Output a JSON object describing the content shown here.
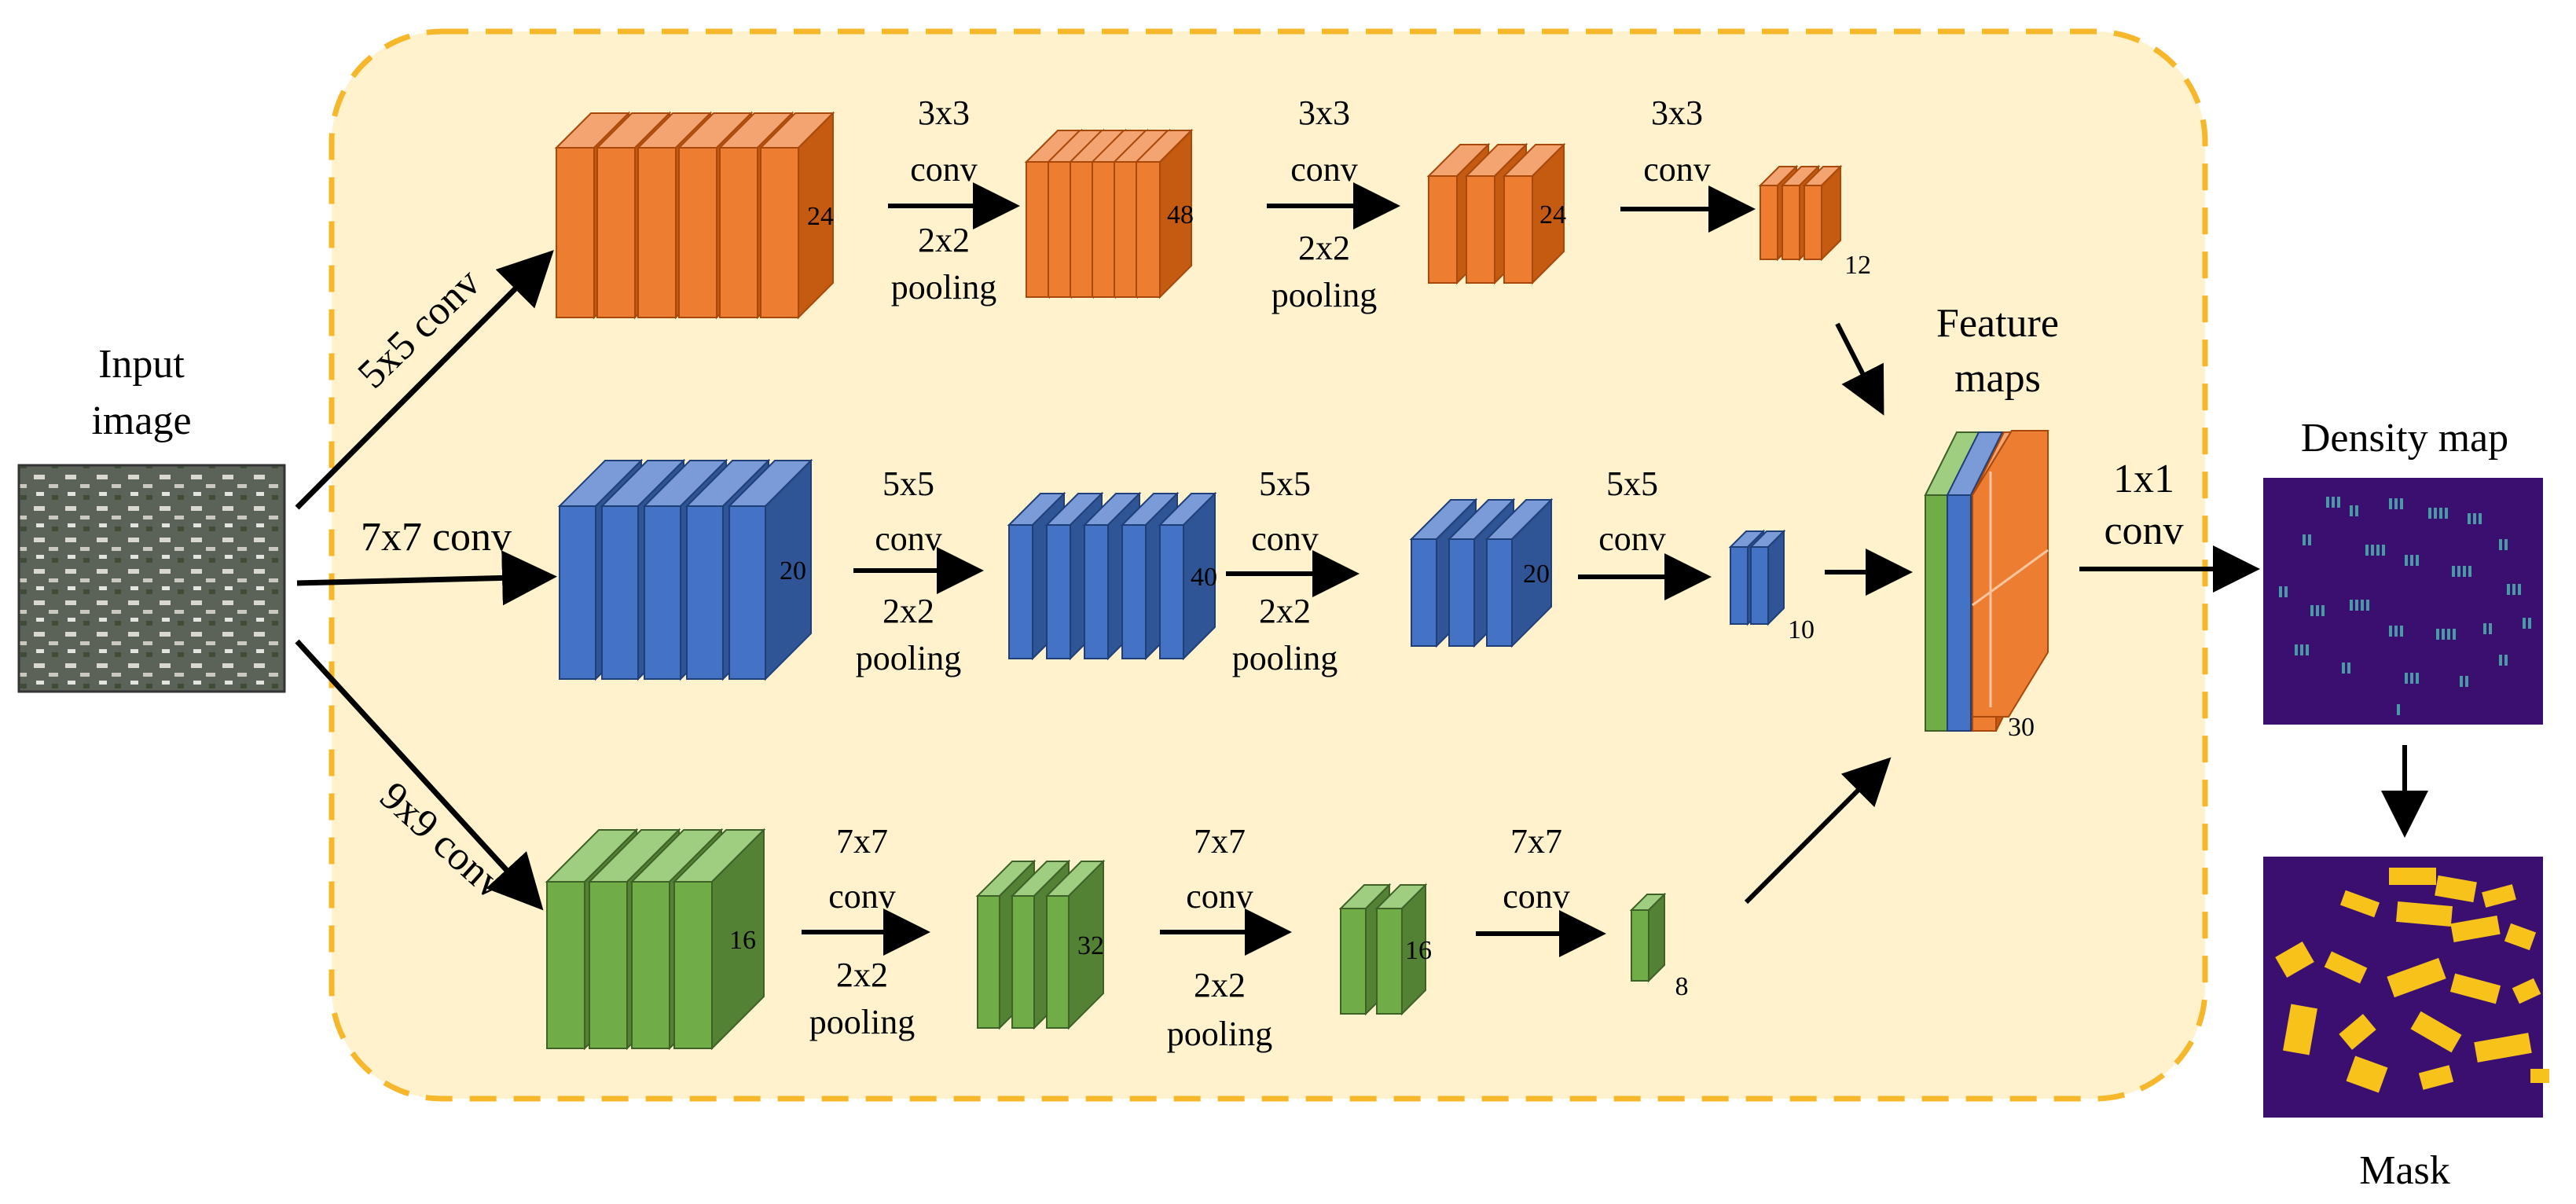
{
  "input": {
    "label_line1": "Input",
    "label_line2": "image"
  },
  "branches": [
    {
      "id": "orange",
      "entry_conv": "5x5 conv",
      "colors": {
        "front": "#ED7D31",
        "side": "#C55A11",
        "top": "#F4A470",
        "stroke": "#A8490B"
      },
      "blocks": [
        "24",
        "48",
        "24",
        "12"
      ],
      "ops": [
        {
          "conv_line1": "3x3",
          "conv_line2": "conv",
          "pool_line1": "2x2",
          "pool_line2": "pooling"
        },
        {
          "conv_line1": "3x3",
          "conv_line2": "conv",
          "pool_line1": "2x2",
          "pool_line2": "pooling"
        },
        {
          "conv_line1": "3x3",
          "conv_line2": "conv"
        }
      ]
    },
    {
      "id": "blue",
      "entry_conv": "7x7 conv",
      "colors": {
        "front": "#4472C4",
        "side": "#2F5597",
        "top": "#7A9BD8",
        "stroke": "#1F3F78"
      },
      "blocks": [
        "20",
        "40",
        "20",
        "10"
      ],
      "ops": [
        {
          "conv_line1": "5x5",
          "conv_line2": "conv",
          "pool_line1": "2x2",
          "pool_line2": "pooling"
        },
        {
          "conv_line1": "5x5",
          "conv_line2": "conv",
          "pool_line1": "2x2",
          "pool_line2": "pooling"
        },
        {
          "conv_line1": "5x5",
          "conv_line2": "conv"
        }
      ]
    },
    {
      "id": "green",
      "entry_conv": "9x9 conv",
      "colors": {
        "front": "#70AD47",
        "side": "#548235",
        "top": "#A0CE80",
        "stroke": "#3D6126"
      },
      "blocks": [
        "16",
        "32",
        "16",
        "8"
      ],
      "ops": [
        {
          "conv_line1": "7x7",
          "conv_line2": "conv",
          "pool_line1": "2x2",
          "pool_line2": "pooling"
        },
        {
          "conv_line1": "7x7",
          "conv_line2": "conv",
          "pool_line1": "2x2",
          "pool_line2": "pooling"
        },
        {
          "conv_line1": "7x7",
          "conv_line2": "conv"
        }
      ]
    }
  ],
  "feature_maps": {
    "label_line1": "Feature",
    "label_line2": "maps",
    "count": "30"
  },
  "final_conv": {
    "line1": "1x1",
    "line2": "conv"
  },
  "density_map": {
    "label": "Density map",
    "background": "#3B0F6F",
    "mark_color": "#4FB0B0"
  },
  "mask": {
    "label": "Mask",
    "background": "#3B0F6F",
    "mark_color": "#F7C31A"
  },
  "region_colors": {
    "fill": "#FFF2CC",
    "border": "#F6B72A"
  }
}
